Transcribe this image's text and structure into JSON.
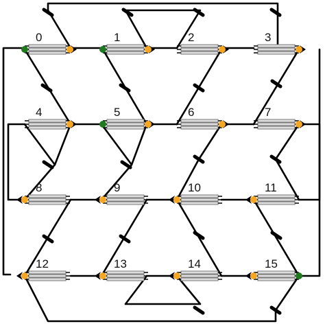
{
  "diagram": {
    "node_labels": [
      "0",
      "1",
      "2",
      "3",
      "4",
      "5",
      "6",
      "7",
      "8",
      "9",
      "10",
      "11",
      "12",
      "13",
      "14",
      "15"
    ],
    "colors": {
      "background": "#ffffff",
      "wire": "#000000",
      "node_fill": "#dcdcdc",
      "node_stroke": "#7a7a7a",
      "port_orange": "#f5a623",
      "port_green": "#1f7a1f"
    }
  }
}
